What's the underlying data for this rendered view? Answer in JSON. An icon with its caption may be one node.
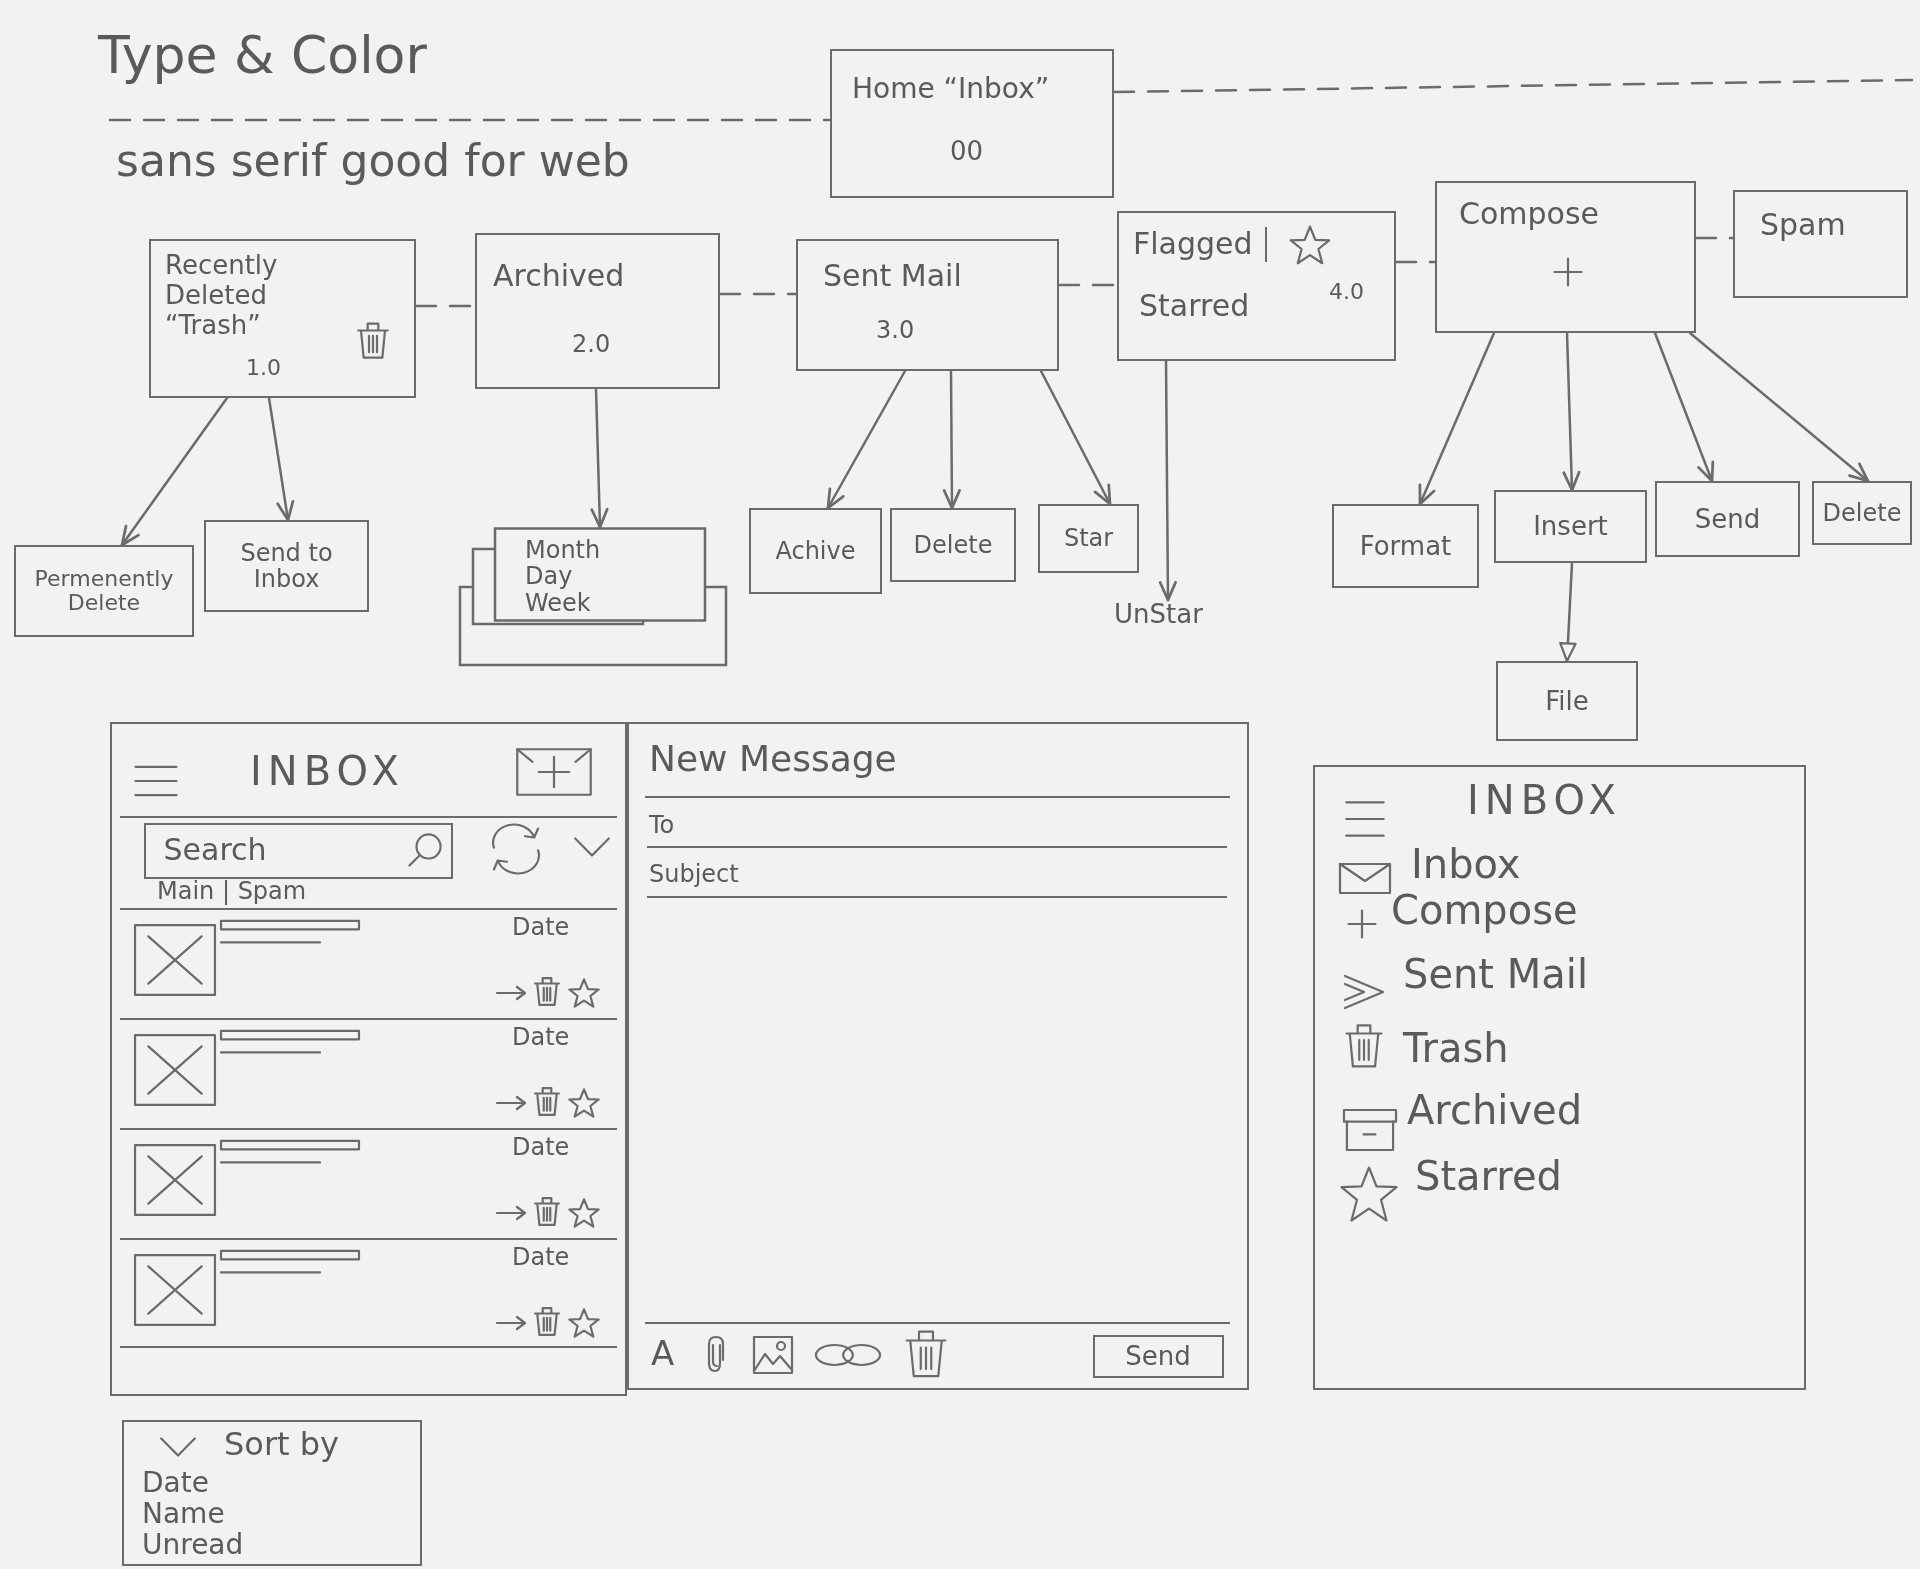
{
  "diagram": {
    "title": "Type & Color",
    "nodes": [
      {
        "text": [
          "Home “Inbox”",
          "00"
        ]
      },
      {
        "text": [
          "Recently Deleted “Trash”",
          "1.0"
        ]
      },
      {
        "text": [
          "Archived",
          "2.0"
        ]
      },
      {
        "text": [
          "Sent Mail",
          "3.0"
        ]
      },
      {
        "text": [
          "Flagged",
          "Starred",
          "4.0"
        ]
      },
      {
        "text": [
          "Compose"
        ]
      },
      {
        "text": [
          "Spam"
        ]
      },
      {
        "text": [
          "Permenently Delete"
        ]
      },
      {
        "text": [
          "Send to Inbox"
        ]
      },
      {
        "text": [
          "Month Day Week"
        ]
      },
      {
        "text": [
          "Achive"
        ]
      },
      {
        "text": [
          "Delete"
        ]
      },
      {
        "text": [
          "Star"
        ]
      },
      {
        "text": [
          "Format"
        ]
      },
      {
        "text": [
          "Insert"
        ]
      },
      {
        "text": [
          "Send"
        ]
      },
      {
        "text": [
          "Delete"
        ]
      },
      {
        "text": [
          "UnStar"
        ]
      },
      {
        "text": [
          "File"
        ]
      },
      {
        "text": [
          "INBOX",
          "Main | Spam",
          "Date",
          "Date",
          "Date",
          "Date"
        ]
      },
      {
        "text": [
          "Search"
        ],
        "in": 19
      },
      {
        "text": [
          "New Message",
          "To",
          "Subject",
          "A"
        ]
      },
      {
        "text": [
          "Send"
        ],
        "in": 21
      },
      {
        "text": [
          "INBOX",
          "Inbox",
          "Compose",
          "Sent Mail",
          "Trash",
          "Archived",
          "Starred"
        ]
      },
      {
        "text": [
          "Sort by",
          "Date",
          "Name",
          "Unread"
        ]
      }
    ],
    "edges": [
      {
        "from": null,
        "to": 0,
        "arrow": "none",
        "style": "dashed"
      },
      {
        "from": 0,
        "to": null,
        "arrow": "none",
        "style": "dashed"
      },
      {
        "from": 1,
        "to": 2,
        "arrow": "none",
        "style": "dashed"
      },
      {
        "from": 2,
        "to": 3,
        "arrow": "none",
        "style": "dashed"
      },
      {
        "from": 3,
        "to": 4,
        "arrow": "none",
        "style": "dashed"
      },
      {
        "from": 4,
        "to": 5,
        "arrow": "none",
        "style": "dashed"
      },
      {
        "from": 5,
        "to": 6,
        "arrow": "none",
        "style": "dashed"
      },
      {
        "from": 1,
        "to": 7,
        "arrow": "to"
      },
      {
        "from": 1,
        "to": 8,
        "arrow": "to"
      },
      {
        "from": 2,
        "to": 9,
        "arrow": "to"
      },
      {
        "from": 3,
        "to": 10,
        "arrow": "to"
      },
      {
        "from": 3,
        "to": 11,
        "arrow": "to"
      },
      {
        "from": 3,
        "to": 12,
        "arrow": "to"
      },
      {
        "from": 4,
        "to": 17,
        "arrow": "to"
      },
      {
        "from": 5,
        "to": 13,
        "arrow": "to"
      },
      {
        "from": 5,
        "to": 14,
        "arrow": "to"
      },
      {
        "from": 5,
        "to": 15,
        "arrow": "to"
      },
      {
        "from": 5,
        "to": 16,
        "arrow": "to"
      },
      {
        "from": 14,
        "to": 18,
        "arrow": "to"
      }
    ],
    "labels": [
      "sans serif good for web"
    ]
  }
}
